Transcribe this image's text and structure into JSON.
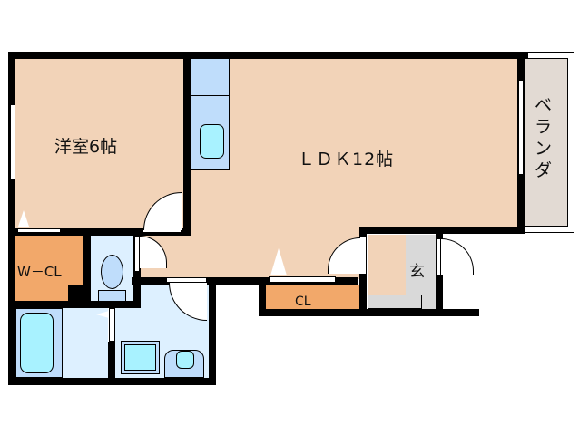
{
  "floorplan": {
    "rooms": {
      "western_room": {
        "label": "洋室6帖",
        "color": "#F2D3B8"
      },
      "ldk": {
        "label": "ＬＤＫ12帖",
        "color": "#F2D3B8"
      },
      "veranda": {
        "label": "ベランダ",
        "color": "#E2DAD3"
      },
      "wcl": {
        "label": "W－CL",
        "color": "#F2A86A"
      },
      "cl": {
        "label": "CL",
        "color": "#F2A86A"
      },
      "entrance": {
        "label": "玄",
        "color": "#D9D9D9"
      },
      "toilet": {
        "label": "",
        "color": "#DDF0FF"
      },
      "washroom": {
        "label": "",
        "color": "#DDF0FF"
      },
      "bathroom": {
        "label": "",
        "color": "#DDF0FF"
      }
    },
    "colors": {
      "wall": "#000000",
      "fixture_blue": "#BFDDFB",
      "fixture_cyan": "#A8F2FF",
      "entrance_floor": "#F2D3B8"
    }
  }
}
